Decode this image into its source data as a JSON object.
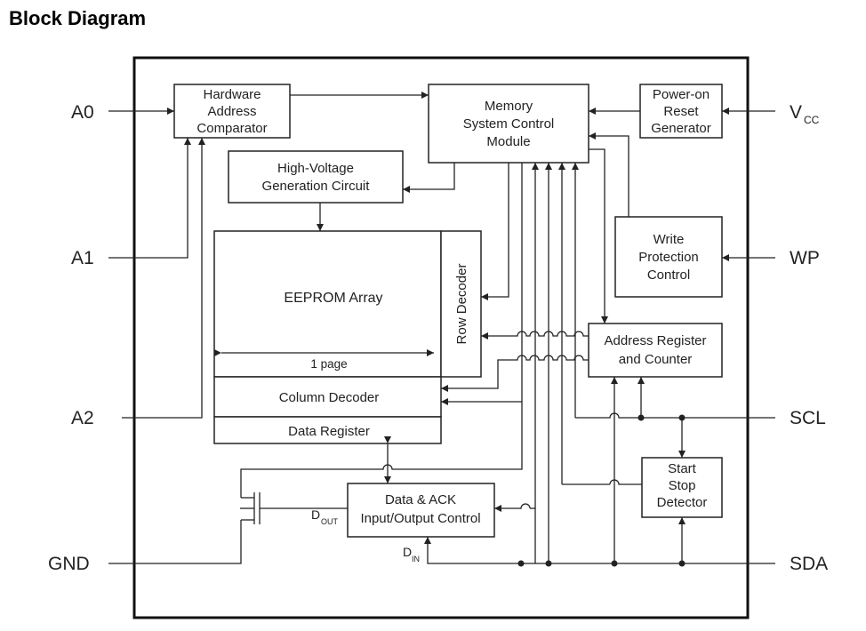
{
  "title": "Block Diagram",
  "pins": {
    "a0": "A0",
    "a1": "A1",
    "a2": "A2",
    "gnd": "GND",
    "vcc": "V",
    "vcc_sub": "CC",
    "wp": "WP",
    "scl": "SCL",
    "sda": "SDA"
  },
  "blocks": {
    "hw_compare": [
      "Hardware",
      "Address",
      "Comparator"
    ],
    "mem_control": [
      "Memory",
      "System Control",
      "Module"
    ],
    "power_on_reset": [
      "Power-on",
      "Reset",
      "Generator"
    ],
    "high_voltage": [
      "High-Voltage",
      "Generation Circuit"
    ],
    "eeprom_array": "EEPROM Array",
    "page_label": "1 page",
    "row_decoder": "Row Decoder",
    "write_protect": [
      "Write",
      "Protection",
      "Control"
    ],
    "addr_register": [
      "Address Register",
      "and Counter"
    ],
    "column_decoder": "Column Decoder",
    "data_register": "Data Register",
    "start_stop": [
      "Start",
      "Stop",
      "Detector"
    ],
    "data_ack": [
      "Data & ACK",
      "Input/Output Control"
    ]
  },
  "signals": {
    "dout": "D",
    "dout_sub": "OUT",
    "din": "D",
    "din_sub": "IN"
  },
  "colors": {
    "line": "#222222",
    "border": "#111111",
    "background": "#ffffff"
  }
}
